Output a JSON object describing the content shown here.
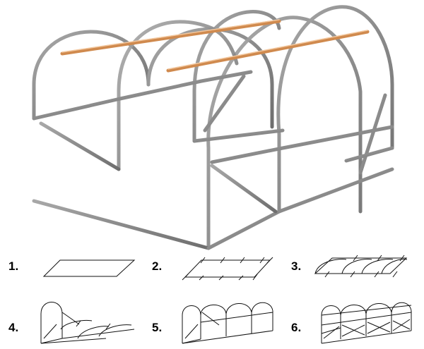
{
  "steps": [
    {
      "number": "1."
    },
    {
      "number": "2."
    },
    {
      "number": "3."
    },
    {
      "number": "4."
    },
    {
      "number": "5."
    },
    {
      "number": "6."
    }
  ],
  "colors": {
    "frame": "#8a8a8a",
    "frame_dark": "#5e5e5e",
    "crossbar": "#d08a4e",
    "line": "#111111"
  }
}
